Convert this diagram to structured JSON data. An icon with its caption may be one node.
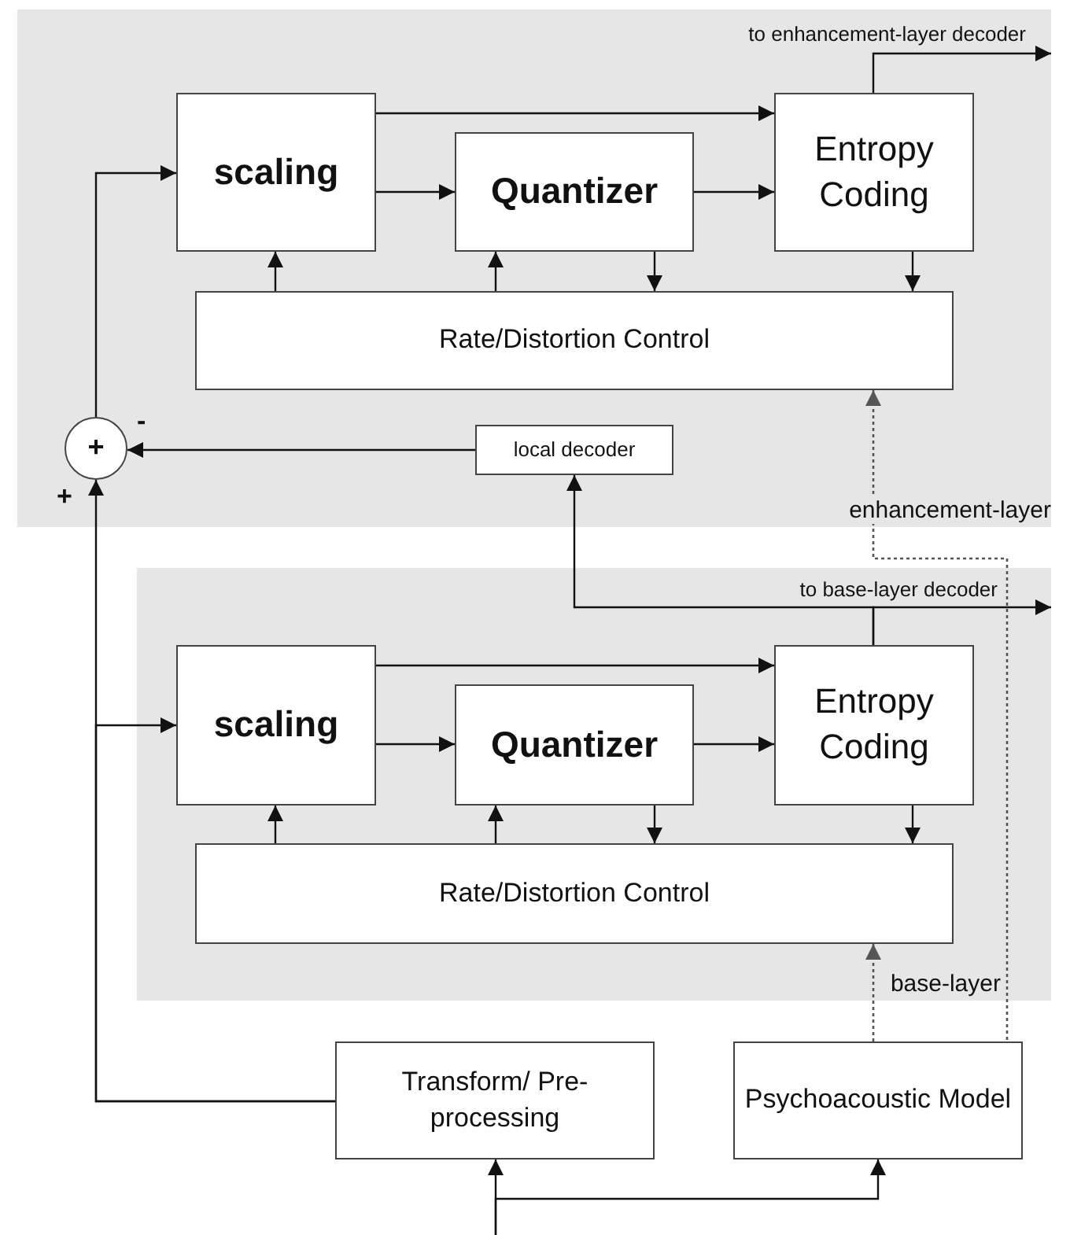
{
  "diagram": {
    "nodes": [
      {
        "text": [
          "enhancement-layer"
        ]
      },
      {
        "text": [
          "scaling"
        ],
        "in": 0
      },
      {
        "text": [
          "Quantizer"
        ],
        "in": 0
      },
      {
        "text": [
          "Entropy Coding"
        ],
        "in": 0
      },
      {
        "text": [
          "Rate/Distortion Control"
        ],
        "in": 0
      },
      {
        "text": [
          "local decoder"
        ],
        "in": 0
      },
      {
        "text": [
          "+"
        ],
        "beside": [
          "-",
          "+"
        ],
        "in": 0
      },
      {
        "text": [
          "base-layer"
        ]
      },
      {
        "text": [
          "scaling"
        ],
        "in": 7
      },
      {
        "text": [
          "Quantizer"
        ],
        "in": 7
      },
      {
        "text": [
          "Entropy Coding"
        ],
        "in": 7
      },
      {
        "text": [
          "Rate/Distortion Control"
        ],
        "in": 7
      },
      {
        "text": [
          "Transform/ Pre-processing"
        ]
      },
      {
        "text": [
          "Psychoacoustic Model"
        ]
      }
    ],
    "edges": [
      {
        "from": 1,
        "to": 3,
        "arrow": "to"
      },
      {
        "from": 1,
        "to": 2,
        "arrow": "to"
      },
      {
        "from": 2,
        "to": 3,
        "arrow": "to"
      },
      {
        "from": 4,
        "to": 1,
        "arrow": "to"
      },
      {
        "from": 4,
        "to": 2,
        "arrow": "to"
      },
      {
        "from": 2,
        "to": 4,
        "arrow": "to"
      },
      {
        "from": 3,
        "to": 4,
        "arrow": "to"
      },
      {
        "from": 3,
        "to": null,
        "arrow": "to",
        "label": "to enhancement-layer decoder"
      },
      {
        "from": 5,
        "to": 6,
        "arrow": "to"
      },
      {
        "from": 6,
        "to": 1,
        "arrow": "to"
      },
      {
        "from": 10,
        "to": 5,
        "arrow": "to"
      },
      {
        "from": 10,
        "to": null,
        "arrow": "to",
        "label": "to base-layer decoder"
      },
      {
        "from": 8,
        "to": 10,
        "arrow": "to"
      },
      {
        "from": 8,
        "to": 9,
        "arrow": "to"
      },
      {
        "from": 9,
        "to": 10,
        "arrow": "to"
      },
      {
        "from": 11,
        "to": 8,
        "arrow": "to"
      },
      {
        "from": 11,
        "to": 9,
        "arrow": "to"
      },
      {
        "from": 9,
        "to": 11,
        "arrow": "to"
      },
      {
        "from": 10,
        "to": 11,
        "arrow": "to"
      },
      {
        "from": 13,
        "to": 11,
        "arrow": "to",
        "style": "dashed",
        "color": "#555555"
      },
      {
        "from": 13,
        "to": 4,
        "arrow": "to",
        "style": "dashed",
        "color": "#555555"
      },
      {
        "from": 12,
        "to": 6,
        "arrow": "to"
      },
      {
        "from": 12,
        "to": 8,
        "arrow": "to"
      },
      {
        "from": null,
        "to": 12,
        "arrow": "to"
      },
      {
        "from": null,
        "to": 13,
        "arrow": "to"
      }
    ]
  }
}
